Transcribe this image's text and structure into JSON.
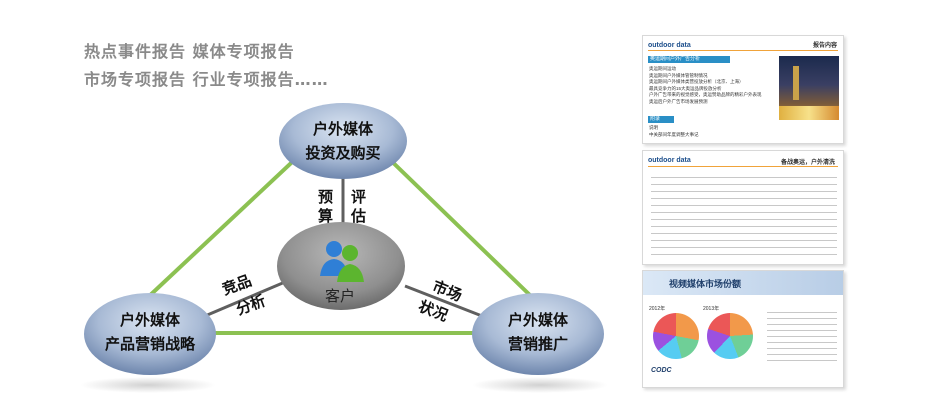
{
  "intro": {
    "line1": "热点事件报告  媒体专项报告",
    "line2": "市场专项报告  行业专项报告……"
  },
  "diagram": {
    "top_node": {
      "line1": "户外媒体",
      "line2": "投资及购买"
    },
    "left_node": {
      "line1": "户外媒体",
      "line2": "产品营销战略"
    },
    "right_node": {
      "line1": "户外媒体",
      "line2": "营销推广"
    },
    "center": {
      "label": "客户"
    },
    "edge_labels": {
      "budget": "预\n算",
      "evaluate": "评\n估",
      "competitive_1": "竞品",
      "competitive_2": "分析",
      "market_1": "市场",
      "market_2": "状况"
    }
  },
  "thumbnails": {
    "report1": {
      "logo": "outdoor data",
      "header": "报告内容",
      "section1": "奥运期间户外广告分析",
      "items": [
        "奥运期间运动",
        "奥运期间户外媒体管管制情况",
        "奥运期间户外媒体类营投放分析（北京、上海）",
        "最具竞争力的15大奥运品牌投放分析",
        "户外广告带来的视觉感受，奥运赞助品牌的精彩户外表现",
        "奥运后户外广告市场发展预测"
      ],
      "section2": "附录",
      "appendix": [
        "说明",
        "中关部间年度调整大事记"
      ]
    },
    "report2": {
      "logo": "outdoor data",
      "header": "备战奥运，户外清洗"
    },
    "report3": {
      "title": "视频媒体市场份额",
      "year1": "2012年",
      "year2": "2013年",
      "brand": "CODC"
    }
  },
  "colors": {
    "edge_green": "#8cc152",
    "edge_gray": "#5f5f5f",
    "node_blue": "#a4b7d3",
    "center_gray": "#909090"
  }
}
